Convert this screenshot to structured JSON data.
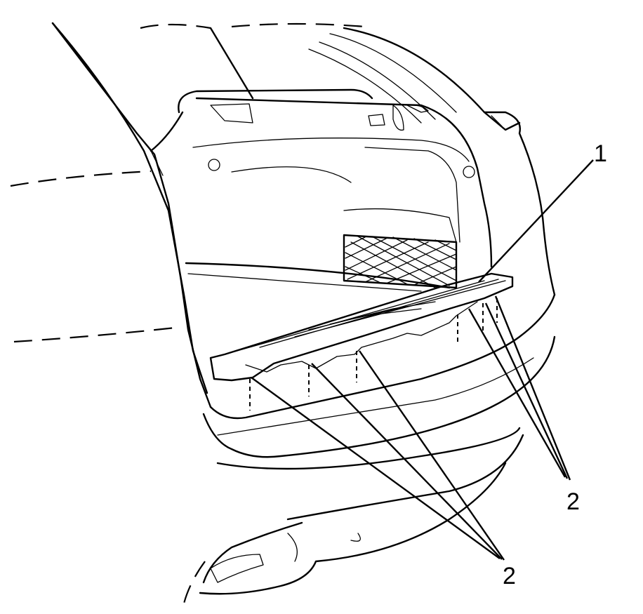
{
  "callouts": {
    "plate": "1",
    "retainers_right": "2",
    "retainers_left": "2"
  }
}
